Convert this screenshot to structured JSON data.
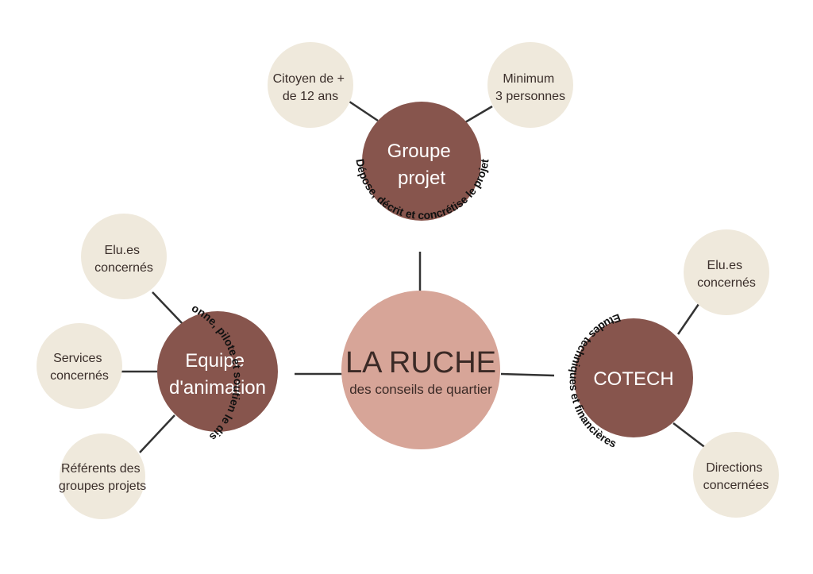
{
  "colors": {
    "hub": "#87554d",
    "center": "#d7a598",
    "satellite": "#efe9dc",
    "line": "#333333"
  },
  "center": {
    "title": "LA RUCHE",
    "subtitle": "des conseils de quartier"
  },
  "groupe_projet": {
    "title_lines": [
      "Groupe",
      "projet"
    ],
    "arc_text": "Dépose, décrit et concrétise le projet",
    "satellites": [
      {
        "lines": [
          "Citoyen de +",
          "de 12 ans"
        ]
      },
      {
        "lines": [
          "Minimum",
          "3 personnes"
        ]
      }
    ]
  },
  "equipe_animation": {
    "title_lines": [
      "Equipe",
      "d'animation"
    ],
    "arc_text": "Coordonne, pilote et soutien le dispositif",
    "satellites": [
      {
        "lines": [
          "Elu.es",
          "concernés"
        ]
      },
      {
        "lines": [
          "Services",
          "concernés"
        ]
      },
      {
        "lines": [
          "Référents  des",
          "groupes projets"
        ]
      }
    ]
  },
  "cotech": {
    "title": "COTECH",
    "arc_text": "Etudes techniques et financières",
    "satellites": [
      {
        "lines": [
          "Elu.es",
          "concernés"
        ]
      },
      {
        "lines": [
          "Directions",
          "concernées"
        ]
      }
    ]
  }
}
